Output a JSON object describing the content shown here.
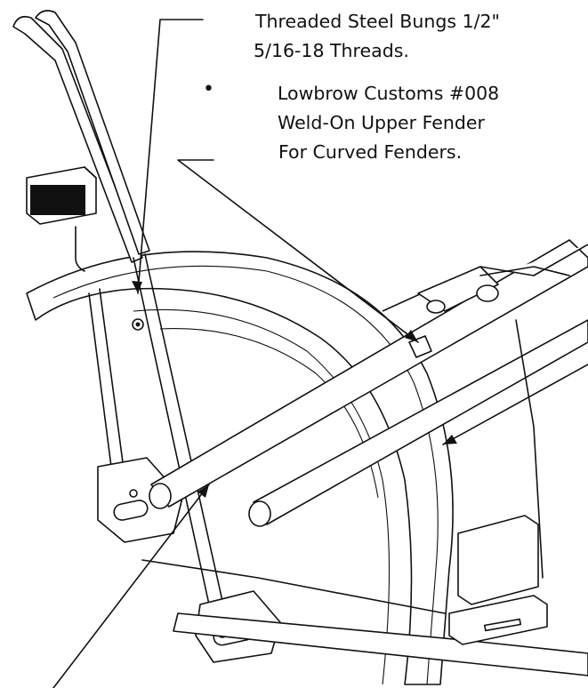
{
  "callouts": {
    "bung_line1": "Threaded Steel Bungs 1/2\"",
    "bung_line2": "5/16-18 Threads.",
    "bullet_glyph": "•",
    "part_line1": "Lowbrow Customs #008",
    "part_line2": "Weld-On Upper Fender",
    "part_line3": "For Curved Fenders."
  }
}
